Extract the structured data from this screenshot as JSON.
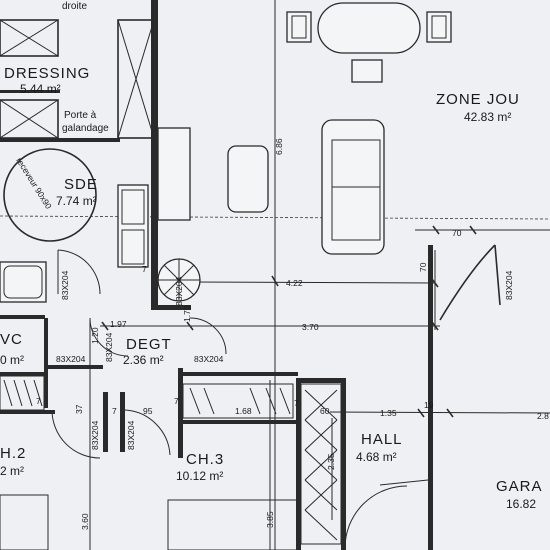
{
  "rooms": {
    "dressing": {
      "name": "DRESSING",
      "area": "5.44 m²"
    },
    "sde": {
      "name": "SDE",
      "area": "7.74 m²"
    },
    "zone_jour": {
      "name": "ZONE JOU",
      "area": "42.83 m²"
    },
    "degt": {
      "name": "DEGT",
      "area": "2.36 m²"
    },
    "wc": {
      "name": "VC",
      "area": "0 m²"
    },
    "ch2": {
      "name": "H.2",
      "area": "2 m²"
    },
    "ch3": {
      "name": "CH.3",
      "area": "10.12 m²"
    },
    "hall": {
      "name": "HALL",
      "area": "4.68 m²"
    },
    "garage": {
      "name": "GARA",
      "area": "16.82"
    }
  },
  "notes": {
    "droite": "droite",
    "porte_line1": "Porte à",
    "porte_line2": "galandage",
    "shower": "receveur 90x90"
  },
  "dimensions": {
    "d_686": "6.86",
    "d_70_top": "70",
    "d_70_side": "70",
    "d_422": "4.22",
    "d_197": "1.97",
    "d_370": "3.70",
    "d_120": "1.20",
    "d_170": "1.70",
    "d_95": "95",
    "d_37": "37",
    "d_168": "1.68",
    "d_60": "60",
    "d_135": "1.35",
    "d_19": "19",
    "d_28": "2.8",
    "d_235": "2.35",
    "d_385": "3.85",
    "d_360": "3.60",
    "d_7a": "7",
    "d_7b": "7",
    "d_7c": "7",
    "d_7d": "7",
    "d_7e": "7"
  },
  "doors": {
    "d1": "83X204",
    "d2": "83X204",
    "d3": "83X204",
    "d4": "83X204",
    "d5": "83X204",
    "d6": "83X204",
    "d7": "83X204",
    "d8": "83X204"
  }
}
